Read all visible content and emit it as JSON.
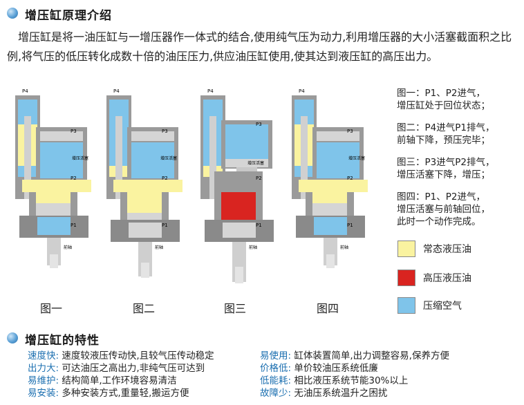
{
  "section1": {
    "title": "增压缸原理介绍",
    "intro": "增压缸是将一油压缸与一增压器作一体式的结合,使用纯气压为动力,利用增压器的大小活塞截面积之比例,将气压的低压转化成数十倍的油压压力,供应油压缸使用,使其达到液压缸的高压出力。"
  },
  "figures": [
    {
      "caption": "图一",
      "labels": {
        "p4": "P4",
        "p3": "P3",
        "p2": "P2",
        "p1": "P1",
        "piston": "增压活塞",
        "shaft": "前轴"
      }
    },
    {
      "caption": "图二",
      "labels": {
        "p4": "P4",
        "p3": "P3",
        "p2": "P2",
        "p1": "P1",
        "piston": "增压活塞",
        "shaft": "前轴"
      }
    },
    {
      "caption": "图三",
      "labels": {
        "p4": "P4",
        "p3": "P3",
        "p2": "P2",
        "p1": "P1",
        "piston": "增压活塞",
        "shaft": "前轴"
      }
    },
    {
      "caption": "图四",
      "labels": {
        "p4": "P4",
        "p3": "P3",
        "p2": "P2",
        "p1": "P1",
        "piston": "增压活塞",
        "shaft": "前轴"
      }
    }
  ],
  "notes": [
    {
      "line1": "图一：P1、P2进气，",
      "line2": "增压缸处于回位状态；"
    },
    {
      "line1": "图二：P4进气P1排气，",
      "line2": "前轴下降，预压完毕；"
    },
    {
      "line1": "图三：P3进气P2排气，",
      "line2": "增压活塞下降，增压；"
    },
    {
      "line1": "图四：P1、P2进气，",
      "line2": "增压活塞与前轴回位，",
      "line3": "此时一个动作完成。"
    }
  ],
  "legend": [
    {
      "label": "常态液压油",
      "color": "#faf3a0"
    },
    {
      "label": "高压液压油",
      "color": "#d92420"
    },
    {
      "label": "压缩空气",
      "color": "#7fc4ea"
    }
  ],
  "section2": {
    "title": "增压缸的特性"
  },
  "features_left": [
    {
      "key": "速度快",
      "value": "速度较液压传动快,且较气压传动稳定"
    },
    {
      "key": "出力大",
      "value": "可达油压之高出力,非纯气压可达到"
    },
    {
      "key": "易维护",
      "value": "结构简单,工作环境容易清洁"
    },
    {
      "key": "易安装",
      "value": "多种安装方式,重量轻,搬运方便"
    }
  ],
  "features_right": [
    {
      "key": "易使用",
      "value": "缸体装置简单,出力调整容易,保养方便"
    },
    {
      "key": "价格低",
      "value": "单价较油压系统低廉"
    },
    {
      "key": "低能耗",
      "value": "相比液压系统节能30%以上"
    },
    {
      "key": "故障少",
      "value": "无油压系统温升之困扰"
    }
  ],
  "colors": {
    "accent": "#1b6fb0",
    "yellow": "#faf3a0",
    "blue": "#7fc4ea",
    "red": "#d92420",
    "metal": "#b9b9b9"
  }
}
